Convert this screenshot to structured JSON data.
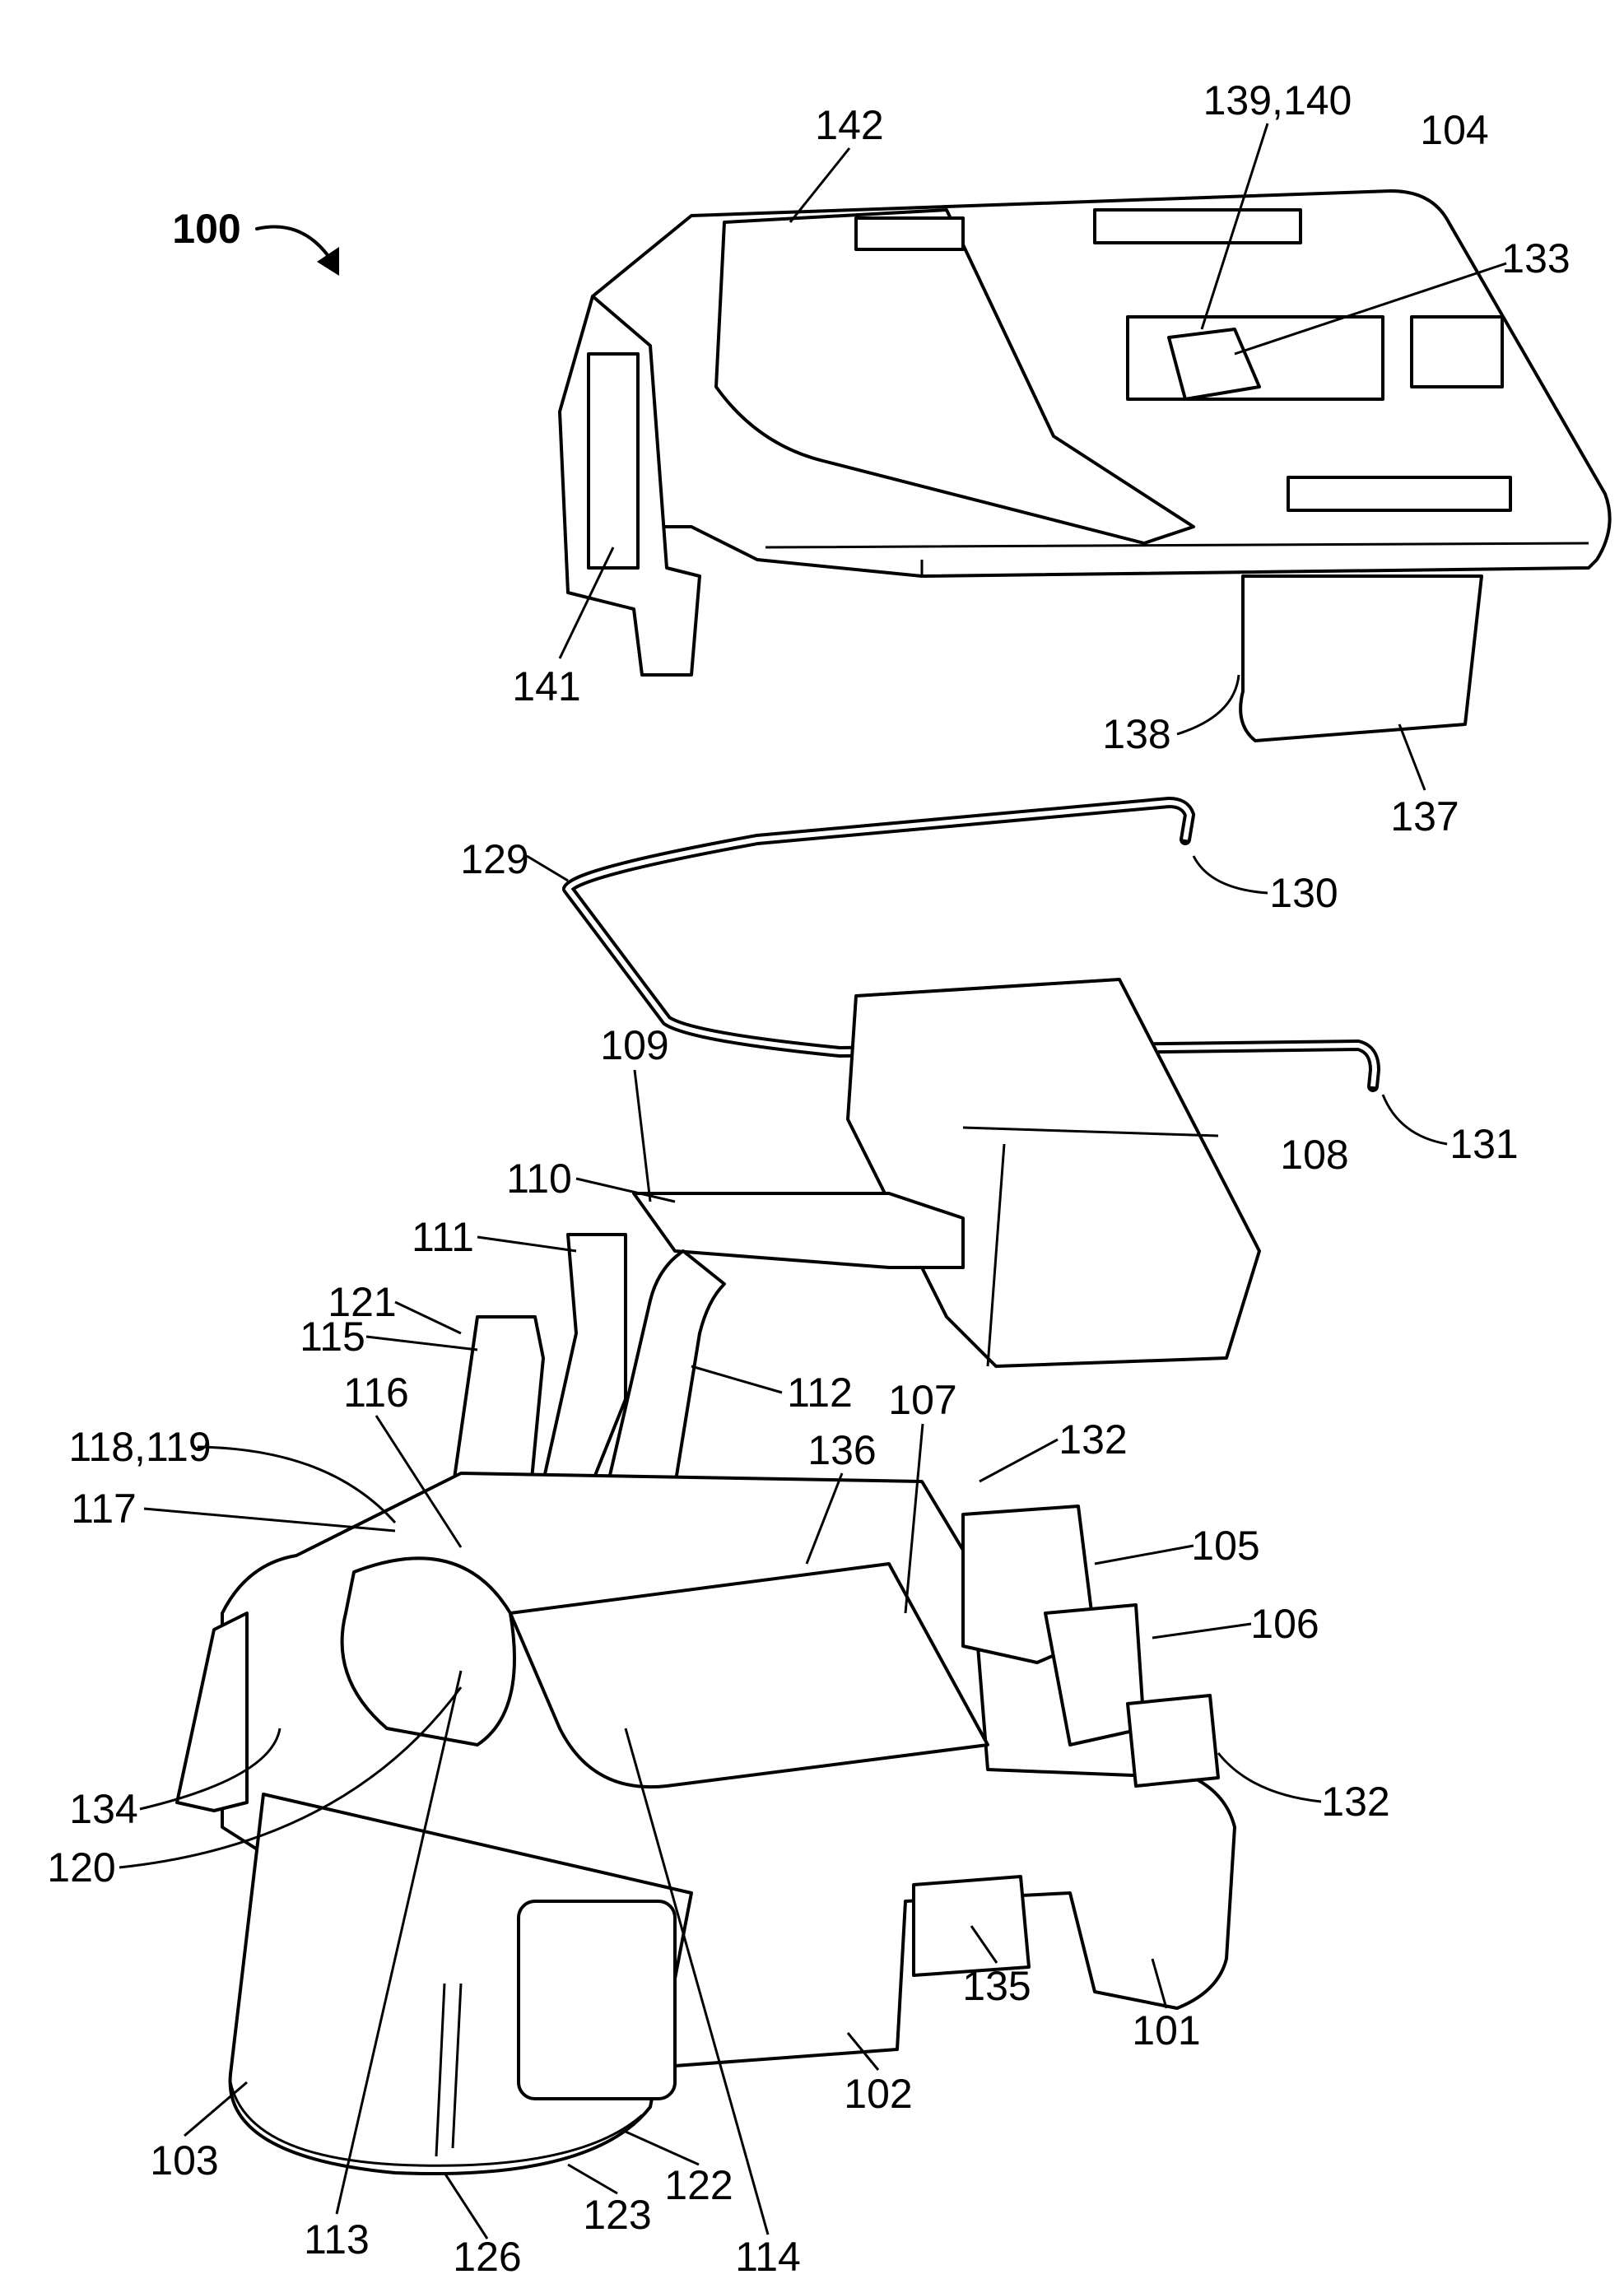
{
  "figure": {
    "assembly_label": "100",
    "labels": {
      "l142": "142",
      "l139_140": "139,140",
      "l104": "104",
      "l133": "133",
      "l141": "141",
      "l138": "138",
      "l137": "137",
      "l129": "129",
      "l130": "130",
      "l109": "109",
      "l131": "131",
      "l108": "108",
      "l110": "110",
      "l111": "111",
      "l121": "121",
      "l115": "115",
      "l116": "116",
      "l112": "112",
      "l107": "107",
      "l132a": "132",
      "l118_119": "118,119",
      "l136": "136",
      "l117": "117",
      "l105": "105",
      "l106": "106",
      "l134": "134",
      "l132b": "132",
      "l120": "120",
      "l135": "135",
      "l101": "101",
      "l102": "102",
      "l122": "122",
      "l103": "103",
      "l123": "123",
      "l114": "114",
      "l113": "113",
      "l126": "126"
    }
  }
}
